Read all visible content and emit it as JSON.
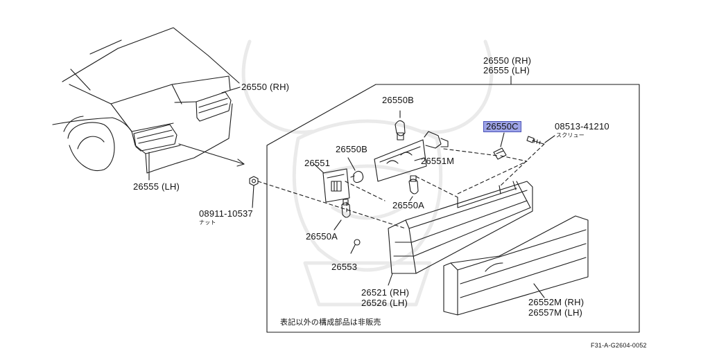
{
  "labels": {
    "assembly_rh": "26550 (RH)",
    "assembly_lh": "26555 (LH)",
    "car_rh": "26550 (RH)",
    "car_lh": "26555 (LH)",
    "bulb_b_top": "26550B",
    "bulb_b_mid": "26550B",
    "socket_26551": "26551",
    "socket_26551m": "26551M",
    "highlighted_part": "26550C",
    "screw_number": "08513-41210",
    "screw_note": "スクリュー",
    "nut_number": "08911-10537",
    "nut_note": "ナット",
    "bulb_a_right": "26550A",
    "bulb_a_left": "26550A",
    "part_26553": "26553",
    "lens_rh": "26521 (RH)",
    "lens_lh": "26526 (LH)",
    "garnish_rh": "26552M (RH)",
    "garnish_lh": "26557M (LH)",
    "footnote": "表記以外の構成部品は非販売",
    "diagram_code": "F31-A-G2604-0052"
  },
  "colors": {
    "highlight": "#9da3e6",
    "ink": "#111111"
  }
}
